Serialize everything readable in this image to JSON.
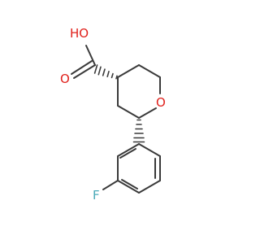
{
  "molecule": {
    "atoms": [
      {
        "id": "hydroxyl_oxygen",
        "label": "HO",
        "color": "#e0201b"
      },
      {
        "id": "carbonyl_oxygen",
        "label": "O",
        "color": "#e0201b"
      },
      {
        "id": "ring_oxygen",
        "label": "O",
        "color": "#e0201b"
      },
      {
        "id": "fluorine",
        "label": "F",
        "color": "#49a9b8"
      }
    ],
    "bond_color": "#3a3a3a",
    "stereo_bond_style": "hashed-wedge"
  }
}
